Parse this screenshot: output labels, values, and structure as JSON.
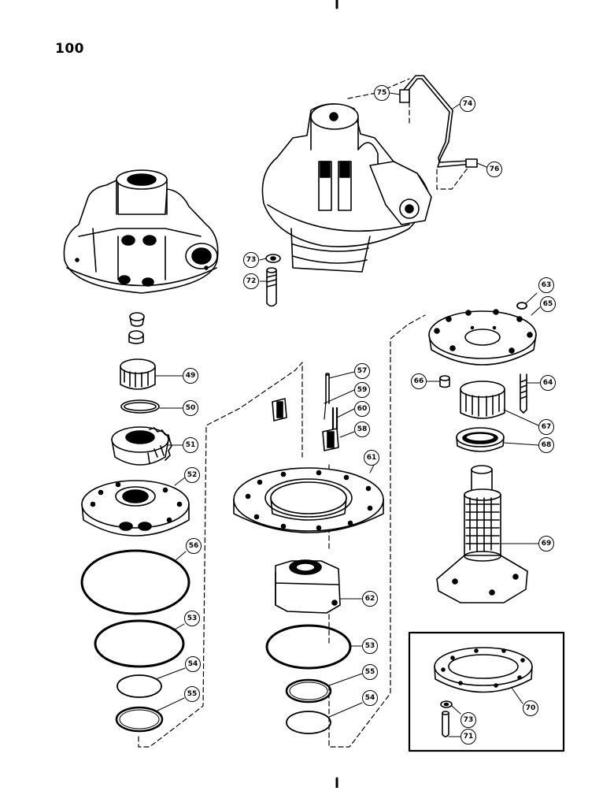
{
  "page_number": "100",
  "callouts": {
    "c49": "49",
    "c50": "50",
    "c51": "51",
    "c52": "52",
    "c53a": "53",
    "c53b": "53",
    "c54a": "54",
    "c54b": "54",
    "c55a": "55",
    "c55b": "55",
    "c56": "56",
    "c57": "57",
    "c58": "58",
    "c59": "59",
    "c60": "60",
    "c61": "61",
    "c62": "62",
    "c63": "63",
    "c64": "64",
    "c65": "65",
    "c66": "66",
    "c67": "67",
    "c68": "68",
    "c69": "69",
    "c70": "70",
    "c71": "71",
    "c72": "72",
    "c73a": "73",
    "c73b": "73",
    "c74": "74",
    "c75": "75",
    "c76": "76"
  }
}
